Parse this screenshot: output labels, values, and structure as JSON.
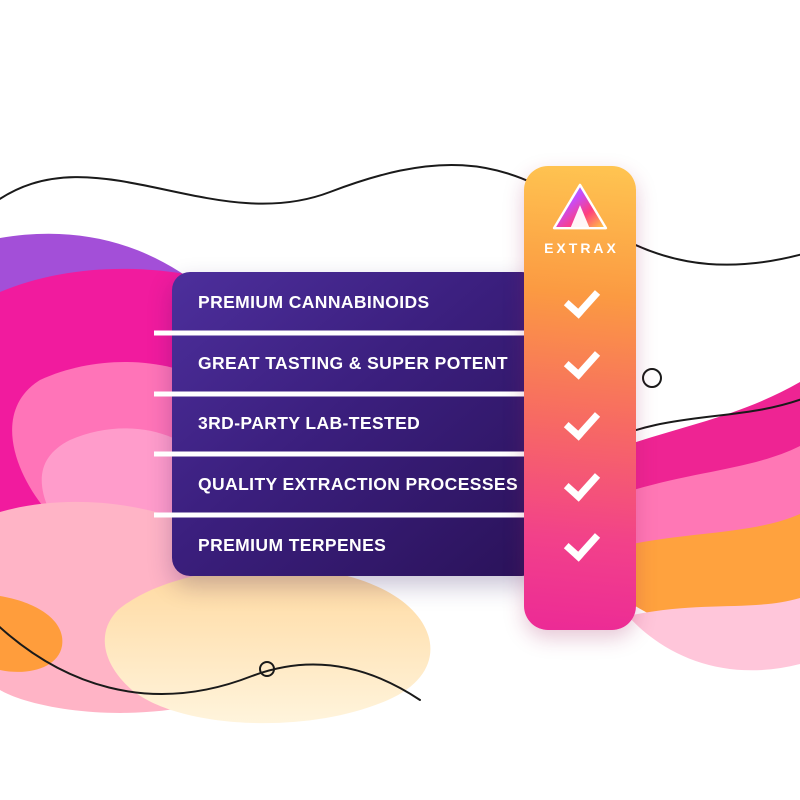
{
  "brand": {
    "name": "EXTRAX",
    "logo_icon": "delta-triangle-paint-splatter"
  },
  "checklist": {
    "features": [
      {
        "label": "PREMIUM CANNABINOIDS",
        "checked": true
      },
      {
        "label": "GREAT TASTING & SUPER POTENT",
        "checked": true
      },
      {
        "label": "3RD-PARTY LAB-TESTED",
        "checked": true
      },
      {
        "label": "QUALITY EXTRACTION PROCESSES",
        "checked": true
      },
      {
        "label": "PREMIUM TERPENES",
        "checked": true
      }
    ],
    "checkmark_icon": "check"
  },
  "colors": {
    "panel_gradient_top": "#4d2f9c",
    "panel_gradient_bottom": "#2a1259",
    "bar_gradient_top": "#ffc551",
    "bar_gradient_bottom": "#ec2a96",
    "checkmark": "#ffffff",
    "wave_magenta": "#f11b9e",
    "wave_purple": "#a34fd8",
    "wave_pink": "#ff74b8",
    "wave_salmon": "#ffb4c6",
    "wave_orange": "#ffa23e",
    "wave_peach": "#ffd9a0"
  }
}
